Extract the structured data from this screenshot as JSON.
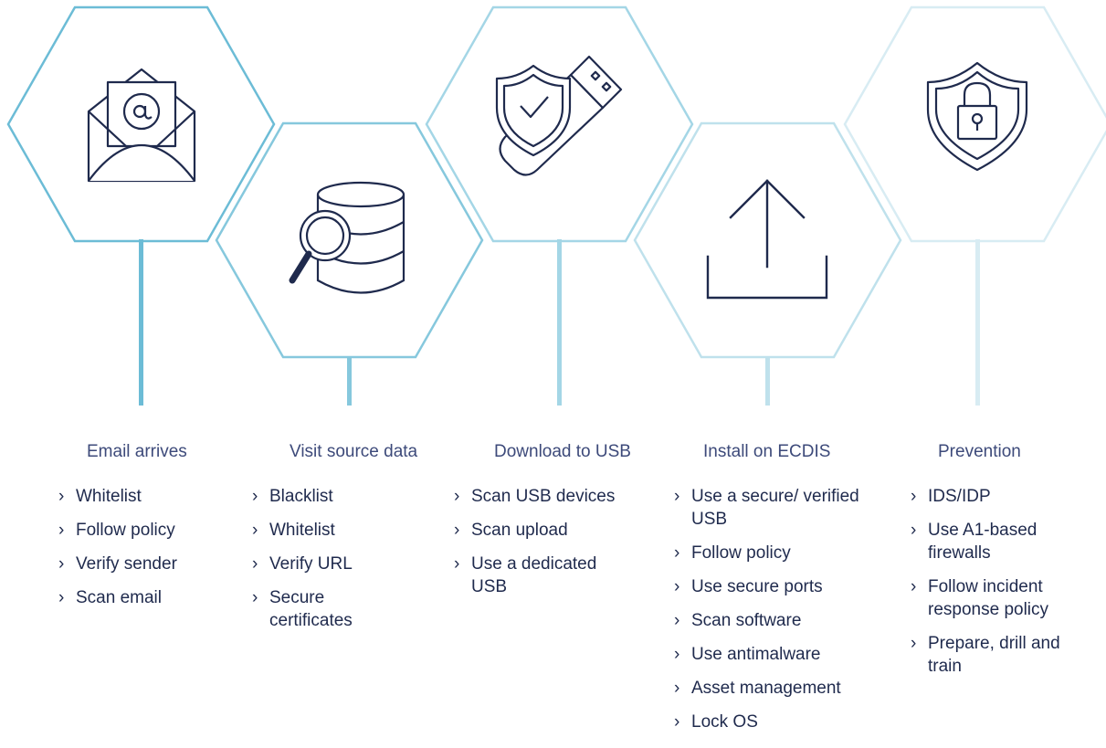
{
  "palette": {
    "line_color": "#1f2a4d",
    "title_color": "#3d4a7a",
    "stage_colors": [
      "#6cbcd6",
      "#86c8dd",
      "#a4d6e6",
      "#bfe1ec",
      "#d8ecf3"
    ]
  },
  "bullet_glyph": "›",
  "stages": [
    {
      "title": "Email arrives",
      "icon": "email-at-icon",
      "items": [
        "Whitelist",
        "Follow policy",
        "Verify sender",
        "Scan email"
      ]
    },
    {
      "title": "Visit source data",
      "icon": "database-search-icon",
      "items": [
        "Blacklist",
        "Whitelist",
        "Verify URL",
        "Secure certificates"
      ]
    },
    {
      "title": "Download to USB",
      "icon": "usb-shield-icon",
      "items": [
        "Scan USB devices",
        "Scan upload",
        "Use a dedicated USB"
      ]
    },
    {
      "title": "Install on ECDIS",
      "icon": "upload-icon",
      "items": [
        "Use a secure/ verified USB",
        "Follow policy",
        "Use secure ports",
        "Scan software",
        "Use antimalware",
        "Asset management",
        "Lock OS"
      ]
    },
    {
      "title": "Prevention",
      "icon": "shield-lock-icon",
      "items": [
        "IDS/IDP",
        "Use A1-based firewalls",
        "Follow incident response policy",
        "Prepare, drill and train"
      ]
    }
  ]
}
